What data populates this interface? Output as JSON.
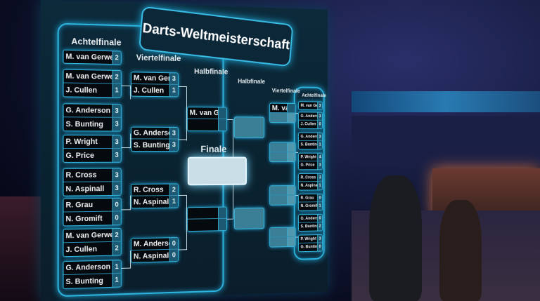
{
  "title": "Darts-Weltmeisterschaft",
  "headers": {
    "achtel_left": "Achtelfinale",
    "viertel_left": "Viertelfinale",
    "halb_left": "Halbfinale",
    "finale": "Finale",
    "halb_right": "Halbfinale",
    "viertel_right": "Viertelfinale",
    "achtel_right": "Achtelfinale"
  },
  "achtel_left": [
    [
      [
        "M. van Gerwen",
        "2"
      ]
    ],
    [
      [
        "M. van Gerwen",
        "2"
      ],
      [
        "J. Cullen",
        "1"
      ]
    ],
    [
      [
        "G. Anderson",
        "3"
      ],
      [
        "S. Bunting",
        "3"
      ]
    ],
    [
      [
        "P. Wright",
        "3"
      ],
      [
        "G. Price",
        "3"
      ]
    ],
    [
      [
        "R. Cross",
        "3"
      ],
      [
        "N. Aspinall",
        "3"
      ]
    ],
    [
      [
        "R. Grau",
        "0"
      ],
      [
        "N. Gromift",
        "0"
      ]
    ],
    [
      [
        "M. van Gerwen",
        "2"
      ],
      [
        "J. Cullen",
        "2"
      ]
    ],
    [
      [
        "G. Anderson",
        "1"
      ],
      [
        "S. Bunting",
        "1"
      ]
    ]
  ],
  "viertel_left": [
    [
      [
        "M. van Gerwen",
        "3"
      ],
      [
        "J. Cullen",
        "1"
      ]
    ],
    [
      [
        "G. Anderson",
        "3"
      ],
      [
        "S. Bunting",
        "3"
      ]
    ],
    [
      [
        "R. Cross",
        "2"
      ],
      [
        "N. Aspinall",
        "1"
      ]
    ],
    [
      [
        "M. Anderson",
        "0"
      ],
      [
        "N. Aspinall",
        "0"
      ]
    ]
  ],
  "halb_left": [
    [
      [
        "M. van Gerwen",
        ""
      ],
      [
        "",
        ""
      ]
    ],
    [
      [
        "",
        ""
      ],
      [
        "",
        ""
      ]
    ]
  ],
  "viertel_right": [
    [
      [
        "M. van Gerwen",
        ""
      ],
      [
        "",
        ""
      ]
    ],
    [
      [
        "",
        ""
      ],
      [
        "",
        ""
      ]
    ],
    [
      [
        "",
        ""
      ],
      [
        "",
        ""
      ]
    ],
    [
      [
        "",
        ""
      ],
      [
        "",
        ""
      ]
    ]
  ],
  "achtel_right": [
    [
      [
        "M. van Gerwen",
        "3"
      ]
    ],
    [
      [
        "G. Anderson",
        "3"
      ],
      [
        "J. Cullen",
        "0"
      ]
    ],
    [
      [
        "G. Anderson",
        "3"
      ],
      [
        "S. Bunting",
        "1"
      ]
    ],
    [
      [
        "P. Wright",
        "4"
      ],
      [
        "G. Price",
        "3"
      ]
    ],
    [
      [
        "R. Cross",
        "3"
      ],
      [
        "N. Aspinall",
        "1"
      ]
    ],
    [
      [
        "R. Grau",
        "0"
      ],
      [
        "N. Gromift",
        "1"
      ]
    ],
    [
      [
        "G. Anderson",
        "0"
      ],
      [
        "S. Bunting",
        "2"
      ]
    ],
    [
      [
        "P. Wright",
        "3"
      ],
      [
        "G. Bunting",
        "0"
      ]
    ]
  ],
  "colors": {
    "accent": "#35b8e2",
    "screen": "#0a2230"
  }
}
